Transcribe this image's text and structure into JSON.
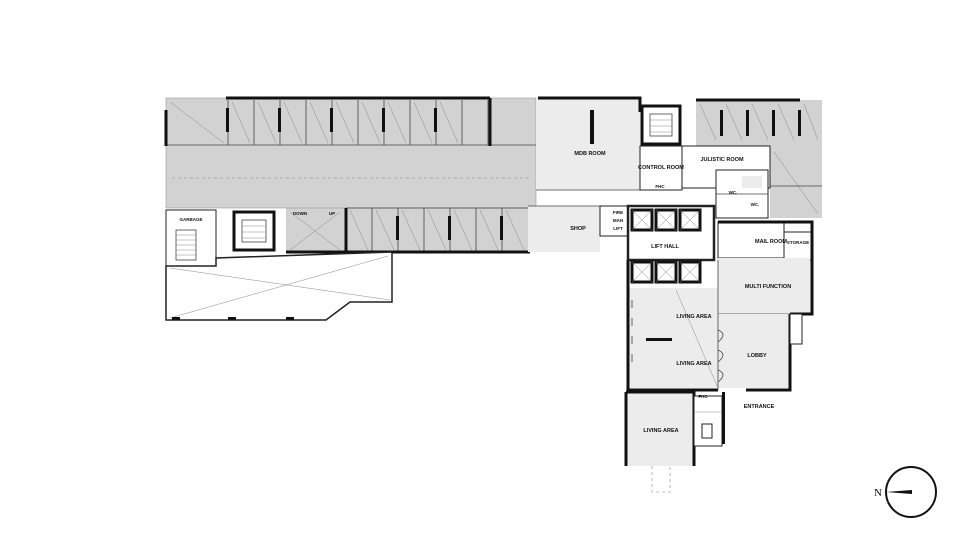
{
  "rooms": {
    "mdb_room": "MDB ROOM",
    "control_room": "CONTROL ROOM",
    "julistic_room": "JULISTIC ROOM",
    "wc_1": "WC.",
    "wc_2": "WC.",
    "garbage": "GARBAGE",
    "down": "DOWN",
    "up": "UP",
    "shop": "SHOP",
    "fire_man_lift_1": "FIRE",
    "fire_man_lift_2": "MAN",
    "fire_man_lift_3": "LIFT",
    "fhc_1": "FHC",
    "fhc_2": "FHC",
    "lift_hall": "LIFT HALL",
    "mail_room": "MAIL ROOM",
    "storage": "STORAGE",
    "multi_function": "MULTI FUNCTION",
    "living_area_1": "LIVING AREA",
    "living_area_2": "LIVING AREA",
    "living_area_3": "LIVING AREA",
    "lobby": "LOBBY",
    "entrance": "ENTRANCE"
  },
  "compass": {
    "letter": "N"
  }
}
